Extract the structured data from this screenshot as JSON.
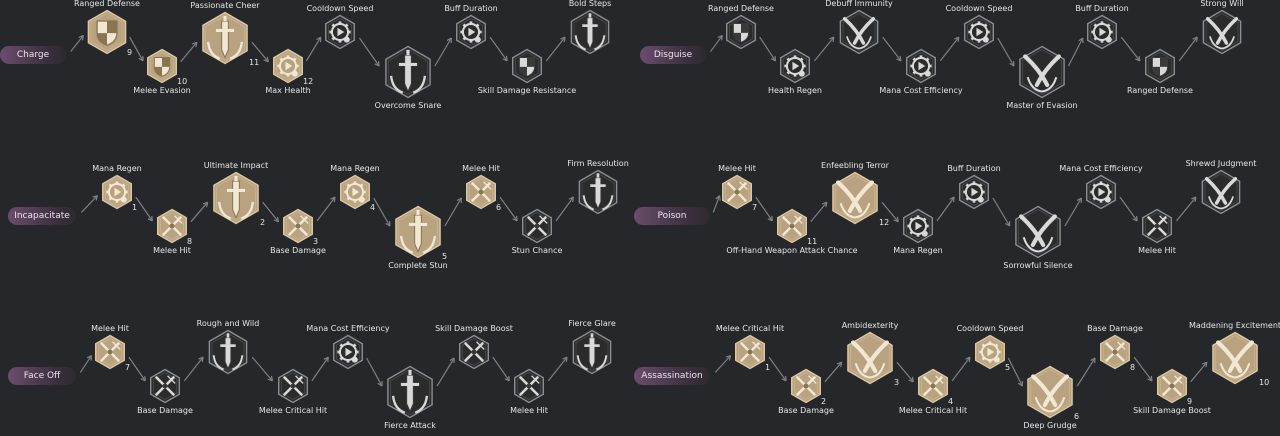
{
  "trees": [
    {
      "name": "Charge",
      "nodes": [
        {
          "label": "Ranged Defense",
          "num": "9",
          "kind": "shield",
          "state": "selected",
          "size": "m",
          "label_pos": "above"
        },
        {
          "label": "Melee Evasion",
          "num": "10",
          "kind": "shield",
          "state": "selected",
          "size": "s",
          "label_pos": "below"
        },
        {
          "label": "Passionate Cheer",
          "num": "11",
          "kind": "sword",
          "state": "selected",
          "size": "l",
          "label_pos": "above"
        },
        {
          "label": "Max Health",
          "num": "12",
          "kind": "gear",
          "state": "selected",
          "size": "s",
          "label_pos": "below"
        },
        {
          "label": "Cooldown Speed",
          "num": "",
          "kind": "gear",
          "state": "locked",
          "size": "s",
          "label_pos": "above"
        },
        {
          "label": "Overcome Snare",
          "num": "",
          "kind": "sword",
          "state": "locked",
          "size": "l",
          "label_pos": "below"
        },
        {
          "label": "Buff Duration",
          "num": "",
          "kind": "gear",
          "state": "locked",
          "size": "s",
          "label_pos": "above"
        },
        {
          "label": "Skill Damage Resistance",
          "num": "",
          "kind": "shield",
          "state": "locked",
          "size": "s",
          "label_pos": "below"
        },
        {
          "label": "Bold Steps",
          "num": "",
          "kind": "sword",
          "state": "locked",
          "size": "m",
          "label_pos": "above"
        }
      ]
    },
    {
      "name": "Disguise",
      "nodes": [
        {
          "label": "Ranged Defense",
          "num": "",
          "kind": "shield",
          "state": "locked",
          "size": "s",
          "label_pos": "above"
        },
        {
          "label": "Health Regen",
          "num": "",
          "kind": "gear",
          "state": "locked",
          "size": "s",
          "label_pos": "below"
        },
        {
          "label": "Debuff Immunity",
          "num": "",
          "kind": "daggers",
          "state": "locked",
          "size": "m",
          "label_pos": "above"
        },
        {
          "label": "Mana Cost Efficiency",
          "num": "",
          "kind": "gear",
          "state": "locked",
          "size": "s",
          "label_pos": "below"
        },
        {
          "label": "Cooldown Speed",
          "num": "",
          "kind": "gear",
          "state": "locked",
          "size": "s",
          "label_pos": "above"
        },
        {
          "label": "Master of Evasion",
          "num": "",
          "kind": "daggers",
          "state": "locked",
          "size": "l",
          "label_pos": "below"
        },
        {
          "label": "Buff Duration",
          "num": "",
          "kind": "gear",
          "state": "locked",
          "size": "s",
          "label_pos": "above"
        },
        {
          "label": "Ranged Defense",
          "num": "",
          "kind": "shield",
          "state": "locked",
          "size": "s",
          "label_pos": "below"
        },
        {
          "label": "Strong Will",
          "num": "",
          "kind": "daggers",
          "state": "locked",
          "size": "m",
          "label_pos": "above"
        }
      ]
    },
    {
      "name": "Incapacitate",
      "nodes": [
        {
          "label": "Mana Regen",
          "num": "1",
          "kind": "gear",
          "state": "selected",
          "size": "s",
          "label_pos": "above"
        },
        {
          "label": "Melee Hit",
          "num": "8",
          "kind": "swords",
          "state": "selected",
          "size": "s",
          "label_pos": "below"
        },
        {
          "label": "Ultimate Impact",
          "num": "2",
          "kind": "sword",
          "state": "selected",
          "size": "l",
          "label_pos": "above"
        },
        {
          "label": "Base Damage",
          "num": "3",
          "kind": "swords",
          "state": "selected",
          "size": "s",
          "label_pos": "below"
        },
        {
          "label": "Mana Regen",
          "num": "4",
          "kind": "gear",
          "state": "selected",
          "size": "s",
          "label_pos": "above"
        },
        {
          "label": "Complete Stun",
          "num": "5",
          "kind": "sword",
          "state": "selected",
          "size": "l",
          "label_pos": "below"
        },
        {
          "label": "Melee Hit",
          "num": "6",
          "kind": "swords",
          "state": "selected",
          "size": "s",
          "label_pos": "above"
        },
        {
          "label": "Stun Chance",
          "num": "",
          "kind": "swords",
          "state": "locked",
          "size": "s",
          "label_pos": "below"
        },
        {
          "label": "Firm Resolution",
          "num": "",
          "kind": "sword",
          "state": "locked",
          "size": "m",
          "label_pos": "above"
        }
      ]
    },
    {
      "name": "Poison",
      "nodes": [
        {
          "label": "Melee Hit",
          "num": "7",
          "kind": "swords",
          "state": "selected",
          "size": "s",
          "label_pos": "above"
        },
        {
          "label": "Off-Hand Weapon Attack Chance",
          "num": "11",
          "kind": "swords",
          "state": "selected",
          "size": "s",
          "label_pos": "below"
        },
        {
          "label": "Enfeebling Terror",
          "num": "12",
          "kind": "daggers",
          "state": "selected",
          "size": "l",
          "label_pos": "above"
        },
        {
          "label": "Mana Regen",
          "num": "",
          "kind": "gear",
          "state": "locked",
          "size": "s",
          "label_pos": "below"
        },
        {
          "label": "Buff Duration",
          "num": "",
          "kind": "gear",
          "state": "locked",
          "size": "s",
          "label_pos": "above"
        },
        {
          "label": "Sorrowful Silence",
          "num": "",
          "kind": "daggers",
          "state": "locked",
          "size": "l",
          "label_pos": "below"
        },
        {
          "label": "Mana Cost Efficiency",
          "num": "",
          "kind": "gear",
          "state": "locked",
          "size": "s",
          "label_pos": "above"
        },
        {
          "label": "Melee Hit",
          "num": "",
          "kind": "swords",
          "state": "locked",
          "size": "s",
          "label_pos": "below"
        },
        {
          "label": "Shrewd Judgment",
          "num": "",
          "kind": "daggers",
          "state": "locked",
          "size": "m",
          "label_pos": "above"
        }
      ]
    },
    {
      "name": "Face Off",
      "nodes": [
        {
          "label": "Melee Hit",
          "num": "7",
          "kind": "swords",
          "state": "selected",
          "size": "s",
          "label_pos": "above"
        },
        {
          "label": "Base Damage",
          "num": "",
          "kind": "swords",
          "state": "locked",
          "size": "s",
          "label_pos": "below"
        },
        {
          "label": "Rough and Wild",
          "num": "",
          "kind": "sword",
          "state": "locked",
          "size": "m",
          "label_pos": "above"
        },
        {
          "label": "Melee Critical Hit",
          "num": "",
          "kind": "swords",
          "state": "locked",
          "size": "s",
          "label_pos": "below"
        },
        {
          "label": "Mana Cost Efficiency",
          "num": "",
          "kind": "gear",
          "state": "locked",
          "size": "s",
          "label_pos": "above"
        },
        {
          "label": "Fierce Attack",
          "num": "",
          "kind": "sword",
          "state": "locked",
          "size": "l",
          "label_pos": "below"
        },
        {
          "label": "Skill Damage Boost",
          "num": "",
          "kind": "swords",
          "state": "locked",
          "size": "s",
          "label_pos": "above"
        },
        {
          "label": "Melee Hit",
          "num": "",
          "kind": "swords",
          "state": "locked",
          "size": "s",
          "label_pos": "below"
        },
        {
          "label": "Fierce Glare",
          "num": "",
          "kind": "sword",
          "state": "locked",
          "size": "m",
          "label_pos": "above"
        }
      ]
    },
    {
      "name": "Assassination",
      "nodes": [
        {
          "label": "Melee Critical Hit",
          "num": "1",
          "kind": "swords",
          "state": "selected",
          "size": "s",
          "label_pos": "above"
        },
        {
          "label": "Base Damage",
          "num": "2",
          "kind": "swords",
          "state": "selected",
          "size": "s",
          "label_pos": "below"
        },
        {
          "label": "Ambidexterity",
          "num": "3",
          "kind": "daggers",
          "state": "selected",
          "size": "l",
          "label_pos": "above"
        },
        {
          "label": "Melee Critical Hit",
          "num": "4",
          "kind": "swords",
          "state": "selected",
          "size": "s",
          "label_pos": "below"
        },
        {
          "label": "Cooldown Speed",
          "num": "5",
          "kind": "gear",
          "state": "selected",
          "size": "s",
          "label_pos": "above"
        },
        {
          "label": "Deep Grudge",
          "num": "6",
          "kind": "daggers",
          "state": "selected",
          "size": "l",
          "label_pos": "below"
        },
        {
          "label": "Base Damage",
          "num": "8",
          "kind": "swords",
          "state": "selected",
          "size": "s",
          "label_pos": "above"
        },
        {
          "label": "Skill Damage Boost",
          "num": "9",
          "kind": "swords",
          "state": "selected",
          "size": "s",
          "label_pos": "below"
        },
        {
          "label": "Maddening Excitement",
          "num": "10",
          "kind": "daggers",
          "state": "selected",
          "size": "l",
          "label_pos": "above"
        }
      ]
    }
  ],
  "colors": {
    "background": "#25272a",
    "selected_fill": "#b8a27f",
    "selected_border": "#ddc9a5",
    "locked_fill": "#2b2b2c",
    "locked_border": "#8c8f93",
    "arrow": "#7d8084",
    "pill_accent": "#6b4d6c"
  }
}
